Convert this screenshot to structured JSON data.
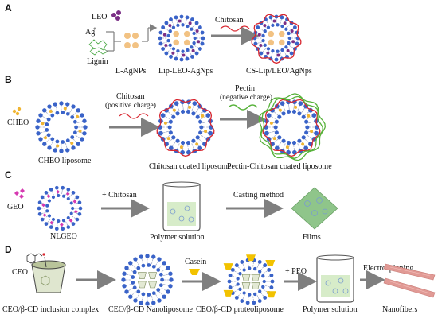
{
  "panels": {
    "A": {
      "letter": "A",
      "leo": "LEO",
      "ag": "Ag",
      "ag_sup": "+",
      "lignin": "Lignin",
      "l_agnps": "L-AgNPs",
      "lip_leo_agnps": "Lip-LEO-AgNps",
      "chitosan": "Chitosan",
      "cs_lip": "CS-Lip/LEO/AgNps"
    },
    "B": {
      "letter": "B",
      "cheo": "CHEO",
      "cheo_liposome": "CHEO liposome",
      "chitosan": "Chitosan",
      "chitosan_charge": "(positive charge)",
      "chitosan_coated": "Chitosan coated liposome",
      "pectin": "Pectin",
      "pectin_charge": "(negative charge)",
      "pectin_coated": "Pectin-Chitosan coated liposome"
    },
    "C": {
      "letter": "C",
      "geo": "GEO",
      "nlgeo": "NLGEO",
      "plus_chitosan": "+ Chitosan",
      "polymer_solution": "Polymer solution",
      "casting": "Casting method",
      "films": "Films"
    },
    "D": {
      "letter": "D",
      "ceo": "CEO",
      "inclusion": "CEO/β-CD inclusion complex",
      "nanoliposome": "CEO/β-CD Nanoliposome",
      "casein": "Casein",
      "proteoliposome": "CEO/β-CD proteoliposome",
      "plus_peo": "+ PEO",
      "polymer_solution": "Polymer solution",
      "electrospinning": "Electrospinning",
      "nanofibers": "Nanofibers"
    }
  },
  "colors": {
    "lipid_head": "#3a63c8",
    "lipid_tail": "#9aa4c4",
    "arrow": "#7f7f7f",
    "chitosan": "#d8262f",
    "pectin": "#57b23a",
    "agnp": "#f2c283",
    "leo": "#7b2f86",
    "cheo": "#f0b531",
    "geo": "#d63ab1",
    "casein": "#f2c200",
    "film": "#8fc58a",
    "fiber": "#e19a95"
  }
}
